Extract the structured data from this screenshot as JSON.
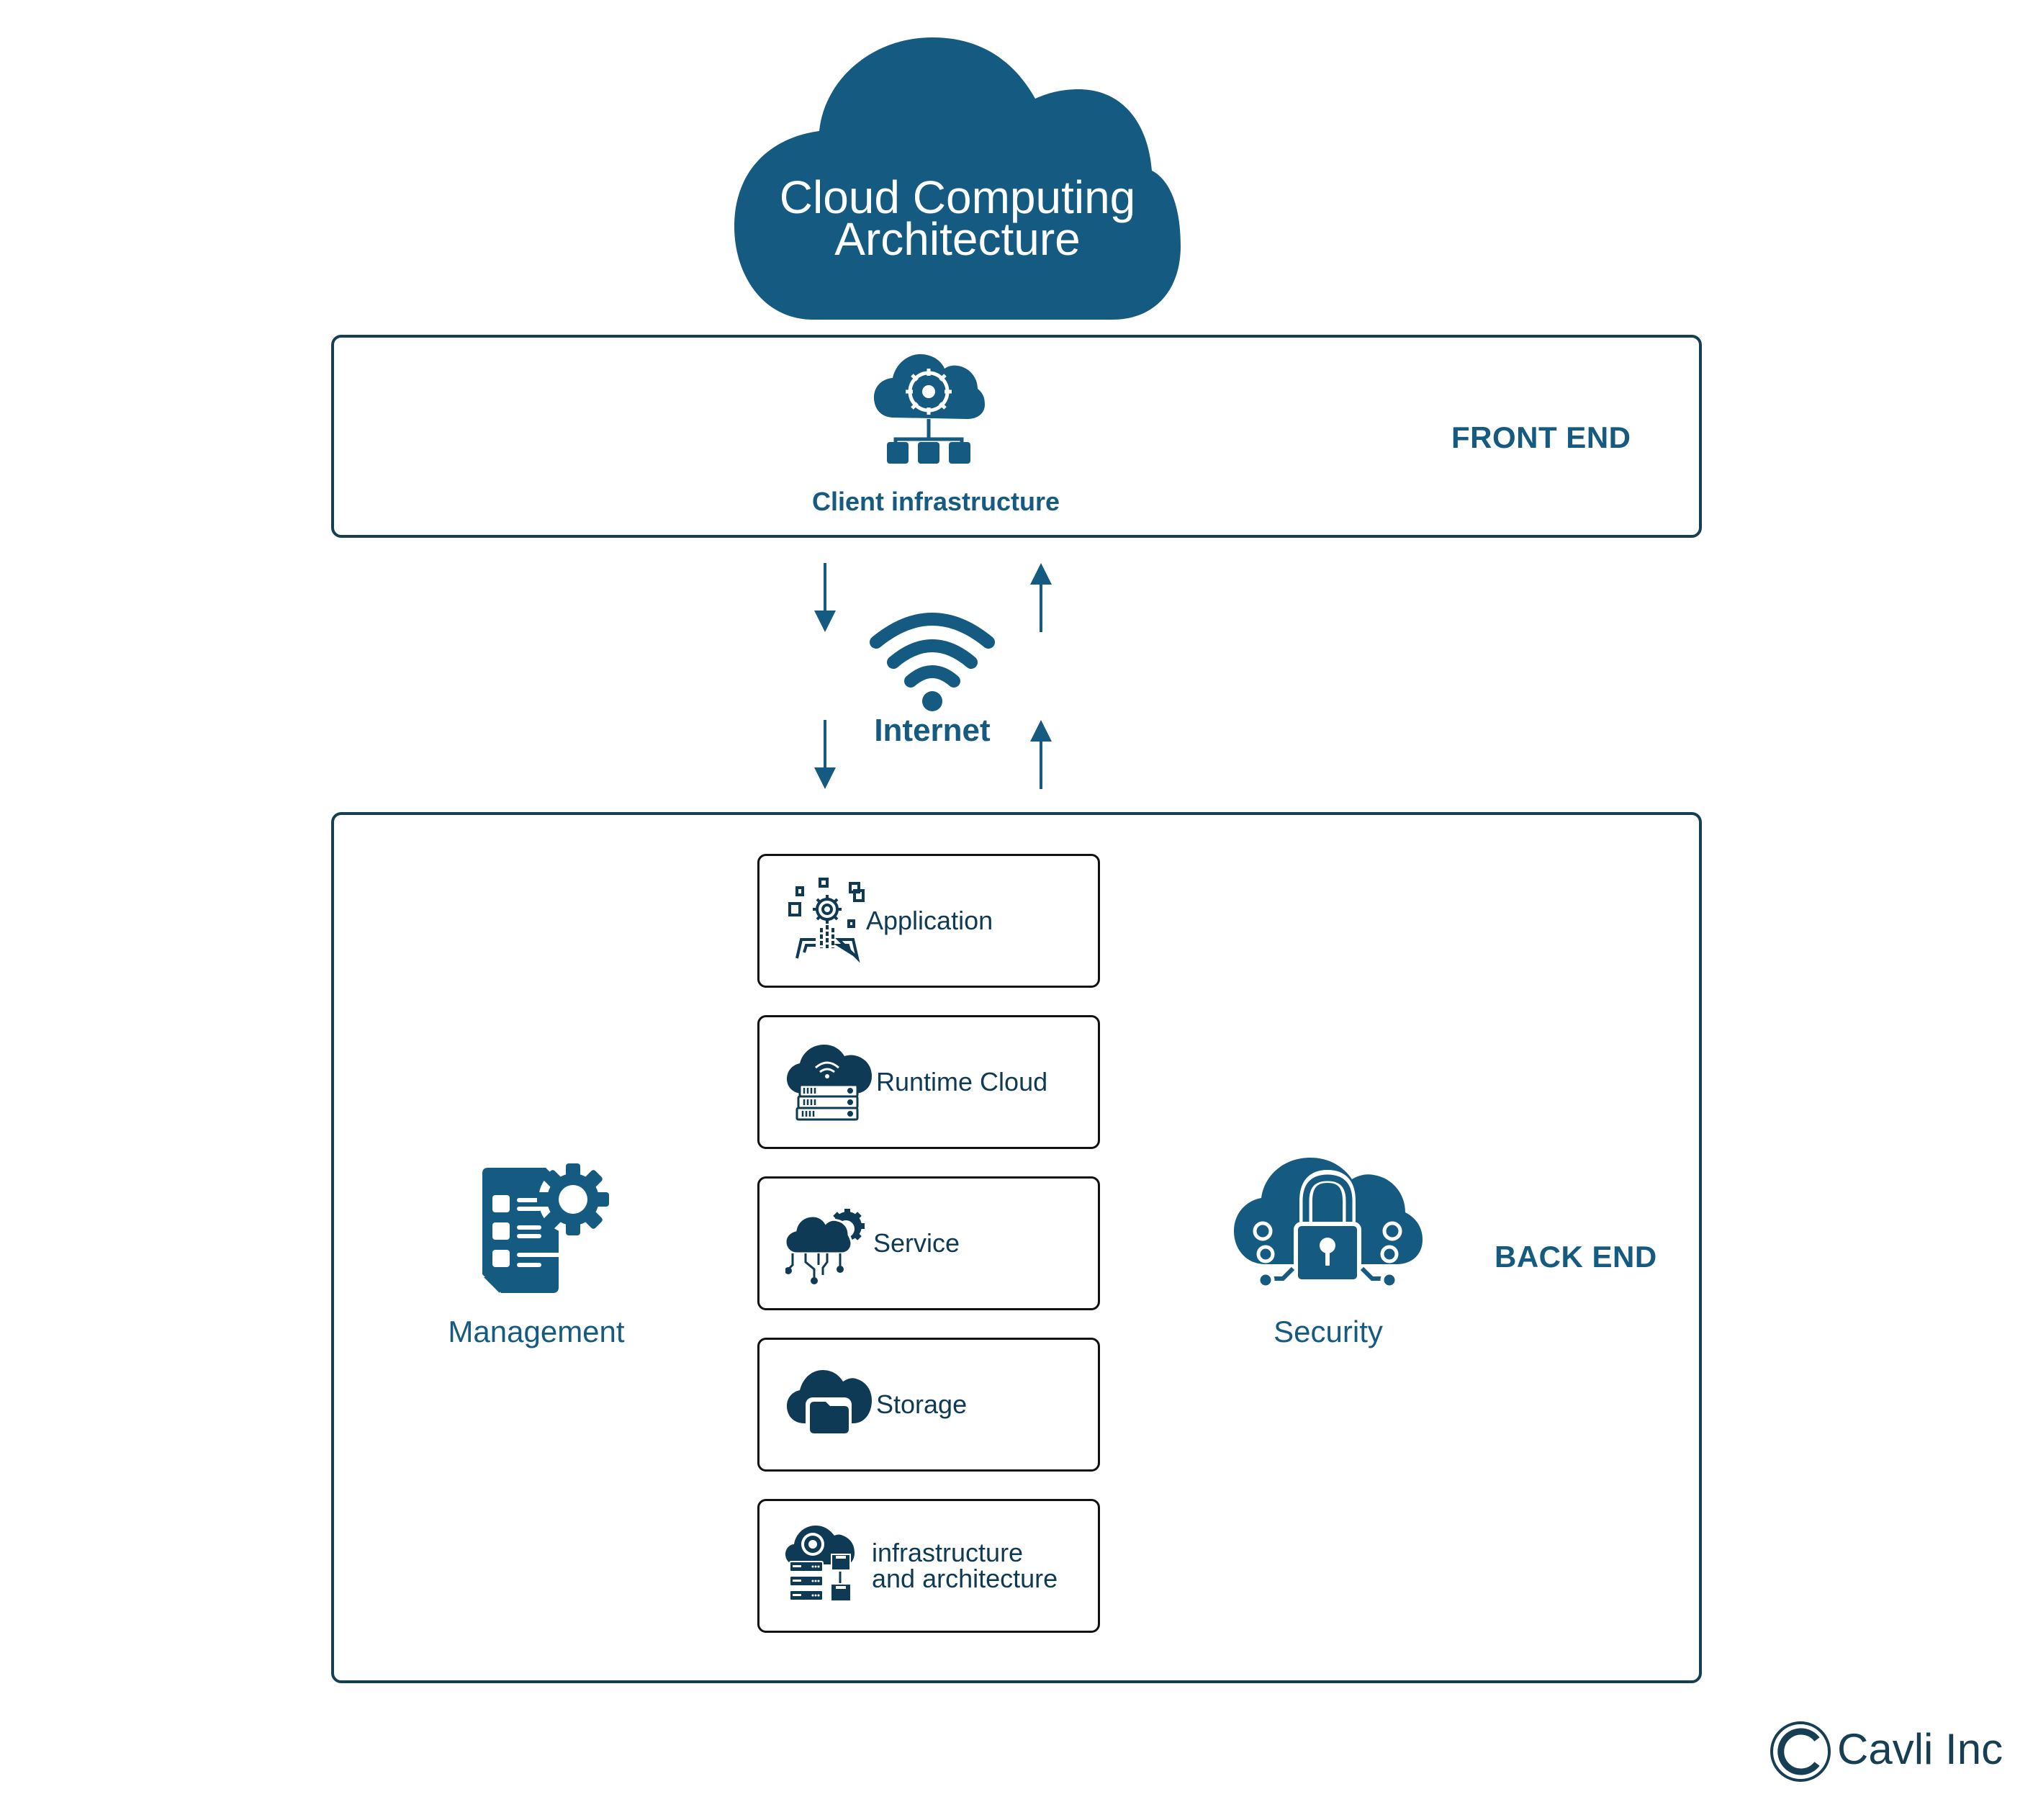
{
  "title": {
    "line1": "Cloud Computing",
    "line2": "Architecture",
    "icon": "cloud-shape"
  },
  "front_end": {
    "section_label": "FRONT END",
    "client": {
      "label": "Client infrastructure",
      "icon": "cloud-gear-network-icon"
    }
  },
  "internet": {
    "label": "Internet",
    "icon": "wifi-icon",
    "arrows": [
      "down-arrow",
      "up-arrow",
      "down-arrow",
      "up-arrow"
    ]
  },
  "back_end": {
    "section_label": "BACK END",
    "management": {
      "label": "Management",
      "icon": "document-gear-icon"
    },
    "security": {
      "label": "Security",
      "icon": "cloud-lock-icon"
    },
    "layers": [
      {
        "label": "Application",
        "icon": "application-gear-icon"
      },
      {
        "label": "Runtime Cloud",
        "icon": "cloud-server-icon"
      },
      {
        "label": "Service",
        "icon": "cloud-service-icon"
      },
      {
        "label": "Storage",
        "icon": "cloud-folder-icon"
      },
      {
        "label_line1": "infrastructure",
        "label_line2": "and architecture",
        "icon": "cloud-infrastructure-icon"
      }
    ]
  },
  "footer": {
    "brand": "Cavli Inc",
    "logo_icon": "copyright-c-logo"
  },
  "colors": {
    "primary": "#155a80",
    "dark": "#0f3a55",
    "border": "#173f54",
    "background": "#ffffff"
  }
}
